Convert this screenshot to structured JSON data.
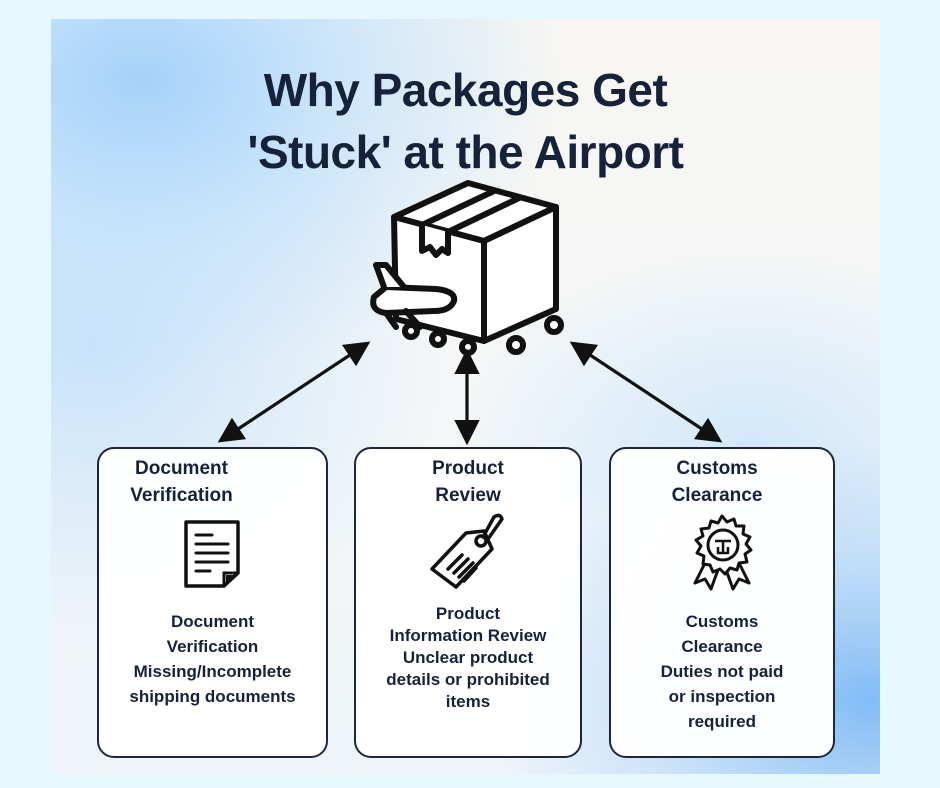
{
  "title": {
    "line1": "Why Packages Get",
    "line2": "'Stuck' at the Airport"
  },
  "hero": {
    "icon": "package-with-airplane-on-wheels-icon"
  },
  "connectors": [
    {
      "from": "hero",
      "to": "document-verification",
      "type": "bidirectional-arrow"
    },
    {
      "from": "hero",
      "to": "product-review",
      "type": "bidirectional-arrow"
    },
    {
      "from": "hero",
      "to": "customs-clearance",
      "type": "bidirectional-arrow"
    }
  ],
  "cards": [
    {
      "id": "document-verification",
      "title_lines": [
        "Document",
        "Verification"
      ],
      "icon": "document-icon",
      "body_lines": [
        "Document",
        "Verification",
        "Missing/Incomplete",
        "shipping documents"
      ]
    },
    {
      "id": "product-review",
      "title_lines": [
        "Product",
        "Review"
      ],
      "icon": "price-tag-icon",
      "body_lines": [
        "Product",
        "Information Review",
        "Unclear product",
        "details or prohibited",
        "items"
      ]
    },
    {
      "id": "customs-clearance",
      "title_lines": [
        "Customs",
        "Clearance"
      ],
      "icon": "award-badge-icon",
      "body_lines": [
        "Customs",
        "Clearance",
        "Duties not paid",
        "or inspection",
        "required"
      ]
    }
  ],
  "colors": {
    "text": "#16213a",
    "border": "#1e2638",
    "page_background": "#e6f8fd",
    "accent_blue": "#9ccbf6"
  }
}
